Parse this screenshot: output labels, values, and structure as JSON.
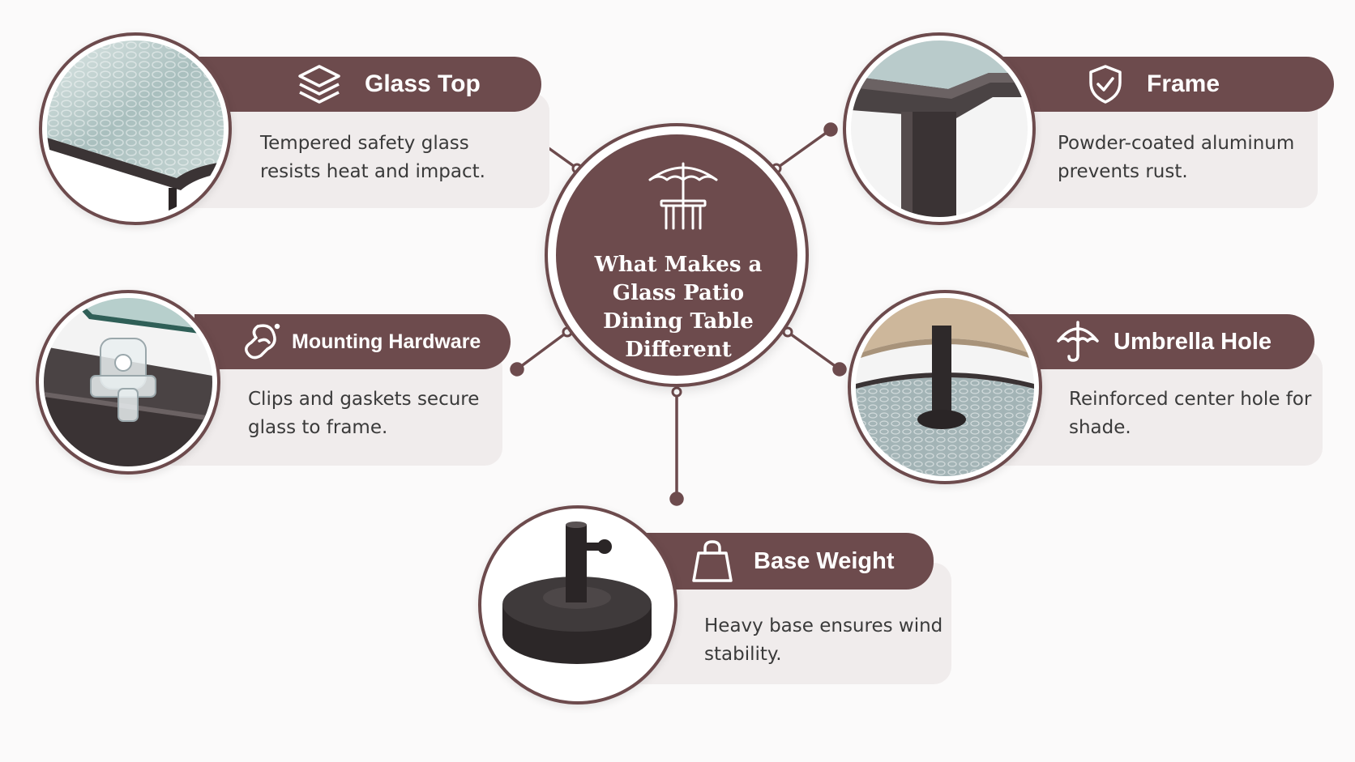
{
  "center": {
    "title": "What Makes a Glass Patio Dining Table Different",
    "icon": "patio-umbrella-table-icon"
  },
  "features": [
    {
      "id": "glass-top",
      "title": "Glass Top",
      "icon": "layers-icon",
      "description": "Tempered safety glass resists heat and impact.",
      "photo": "textured glass tabletop corner"
    },
    {
      "id": "frame",
      "title": "Frame",
      "icon": "shield-check-icon",
      "description": "Powder-coated aluminum prevents rust.",
      "photo": "dark aluminum frame corner"
    },
    {
      "id": "mounting-hardware",
      "title": "Mounting Hardware",
      "icon": "clip-icon",
      "description": "Clips and gaskets secure glass to frame.",
      "photo": "clear glass clip on frame rail"
    },
    {
      "id": "umbrella-hole",
      "title": "Umbrella Hole",
      "icon": "umbrella-icon",
      "description": "Reinforced center hole for shade.",
      "photo": "umbrella pole through glass table"
    },
    {
      "id": "base-weight",
      "title": "Base Weight",
      "icon": "weight-bag-icon",
      "description": "Heavy base ensures wind stability.",
      "photo": "round black umbrella base"
    }
  ],
  "colors": {
    "accent": "#6d4b4d",
    "card_background": "#f0ecec",
    "page_background": "#fbfafa",
    "text": "#3a3a3a"
  }
}
